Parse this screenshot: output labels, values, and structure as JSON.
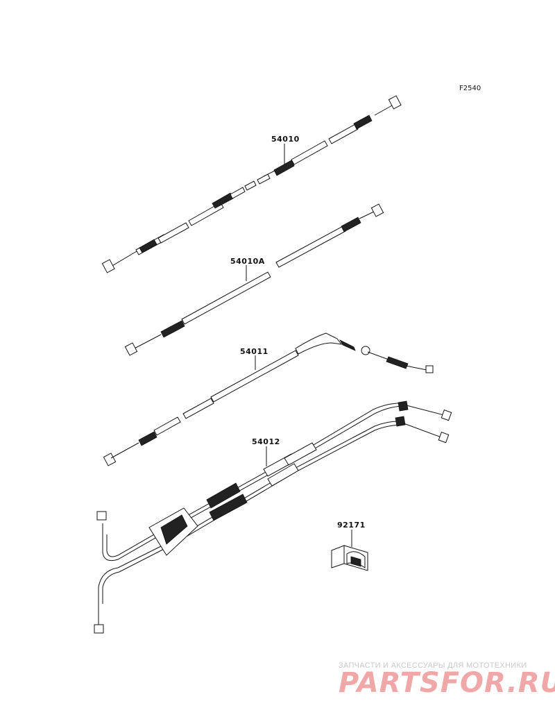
{
  "figure_code": "F2540",
  "parts": [
    {
      "number": "54010"
    },
    {
      "number": "54010A"
    },
    {
      "number": "54011"
    },
    {
      "number": "54012"
    },
    {
      "number": "92171"
    }
  ],
  "watermark": {
    "tagline": "ЗАПЧАСТИ И АКСЕССУАРЫ ДЛЯ МОТОТЕХНИКИ",
    "logo": "PARTSFOR.RU"
  }
}
